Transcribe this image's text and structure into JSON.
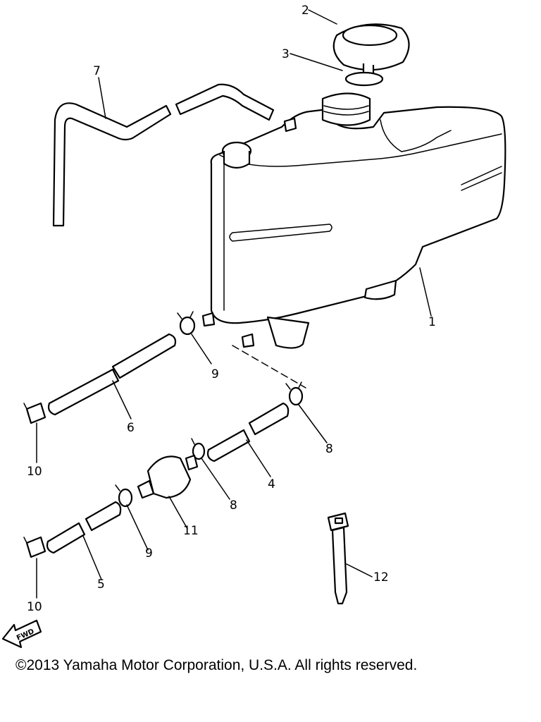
{
  "labels": {
    "p1": "1",
    "p2": "2",
    "p3": "3",
    "p4": "4",
    "p5": "5",
    "p6": "6",
    "p7": "7",
    "p8a": "8",
    "p8b": "8",
    "p9a": "9",
    "p9b": "9",
    "p10a": "10",
    "p10b": "10",
    "p11": "11",
    "p12": "12"
  },
  "fwd_label": "FWD",
  "copyright": "©2013 Yamaha Motor Corporation, U.S.A. All rights reserved."
}
